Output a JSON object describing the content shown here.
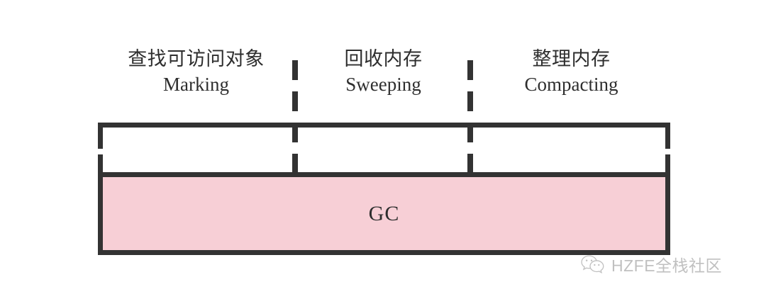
{
  "diagram": {
    "title_label": "GC",
    "phases": [
      {
        "cn": "查找可访问对象",
        "en": "Marking"
      },
      {
        "cn": "回收内存",
        "en": "Sweeping"
      },
      {
        "cn": "整理内存",
        "en": "Compacting"
      }
    ],
    "colors": {
      "block_fill": "#f7cfd6",
      "stroke": "#333333",
      "text": "#2e2e2e",
      "background": "#ffffff",
      "watermark_text": "#8e8e8e"
    }
  },
  "watermark": {
    "icon": "wechat-icon",
    "text": "HZFE全栈社区"
  }
}
